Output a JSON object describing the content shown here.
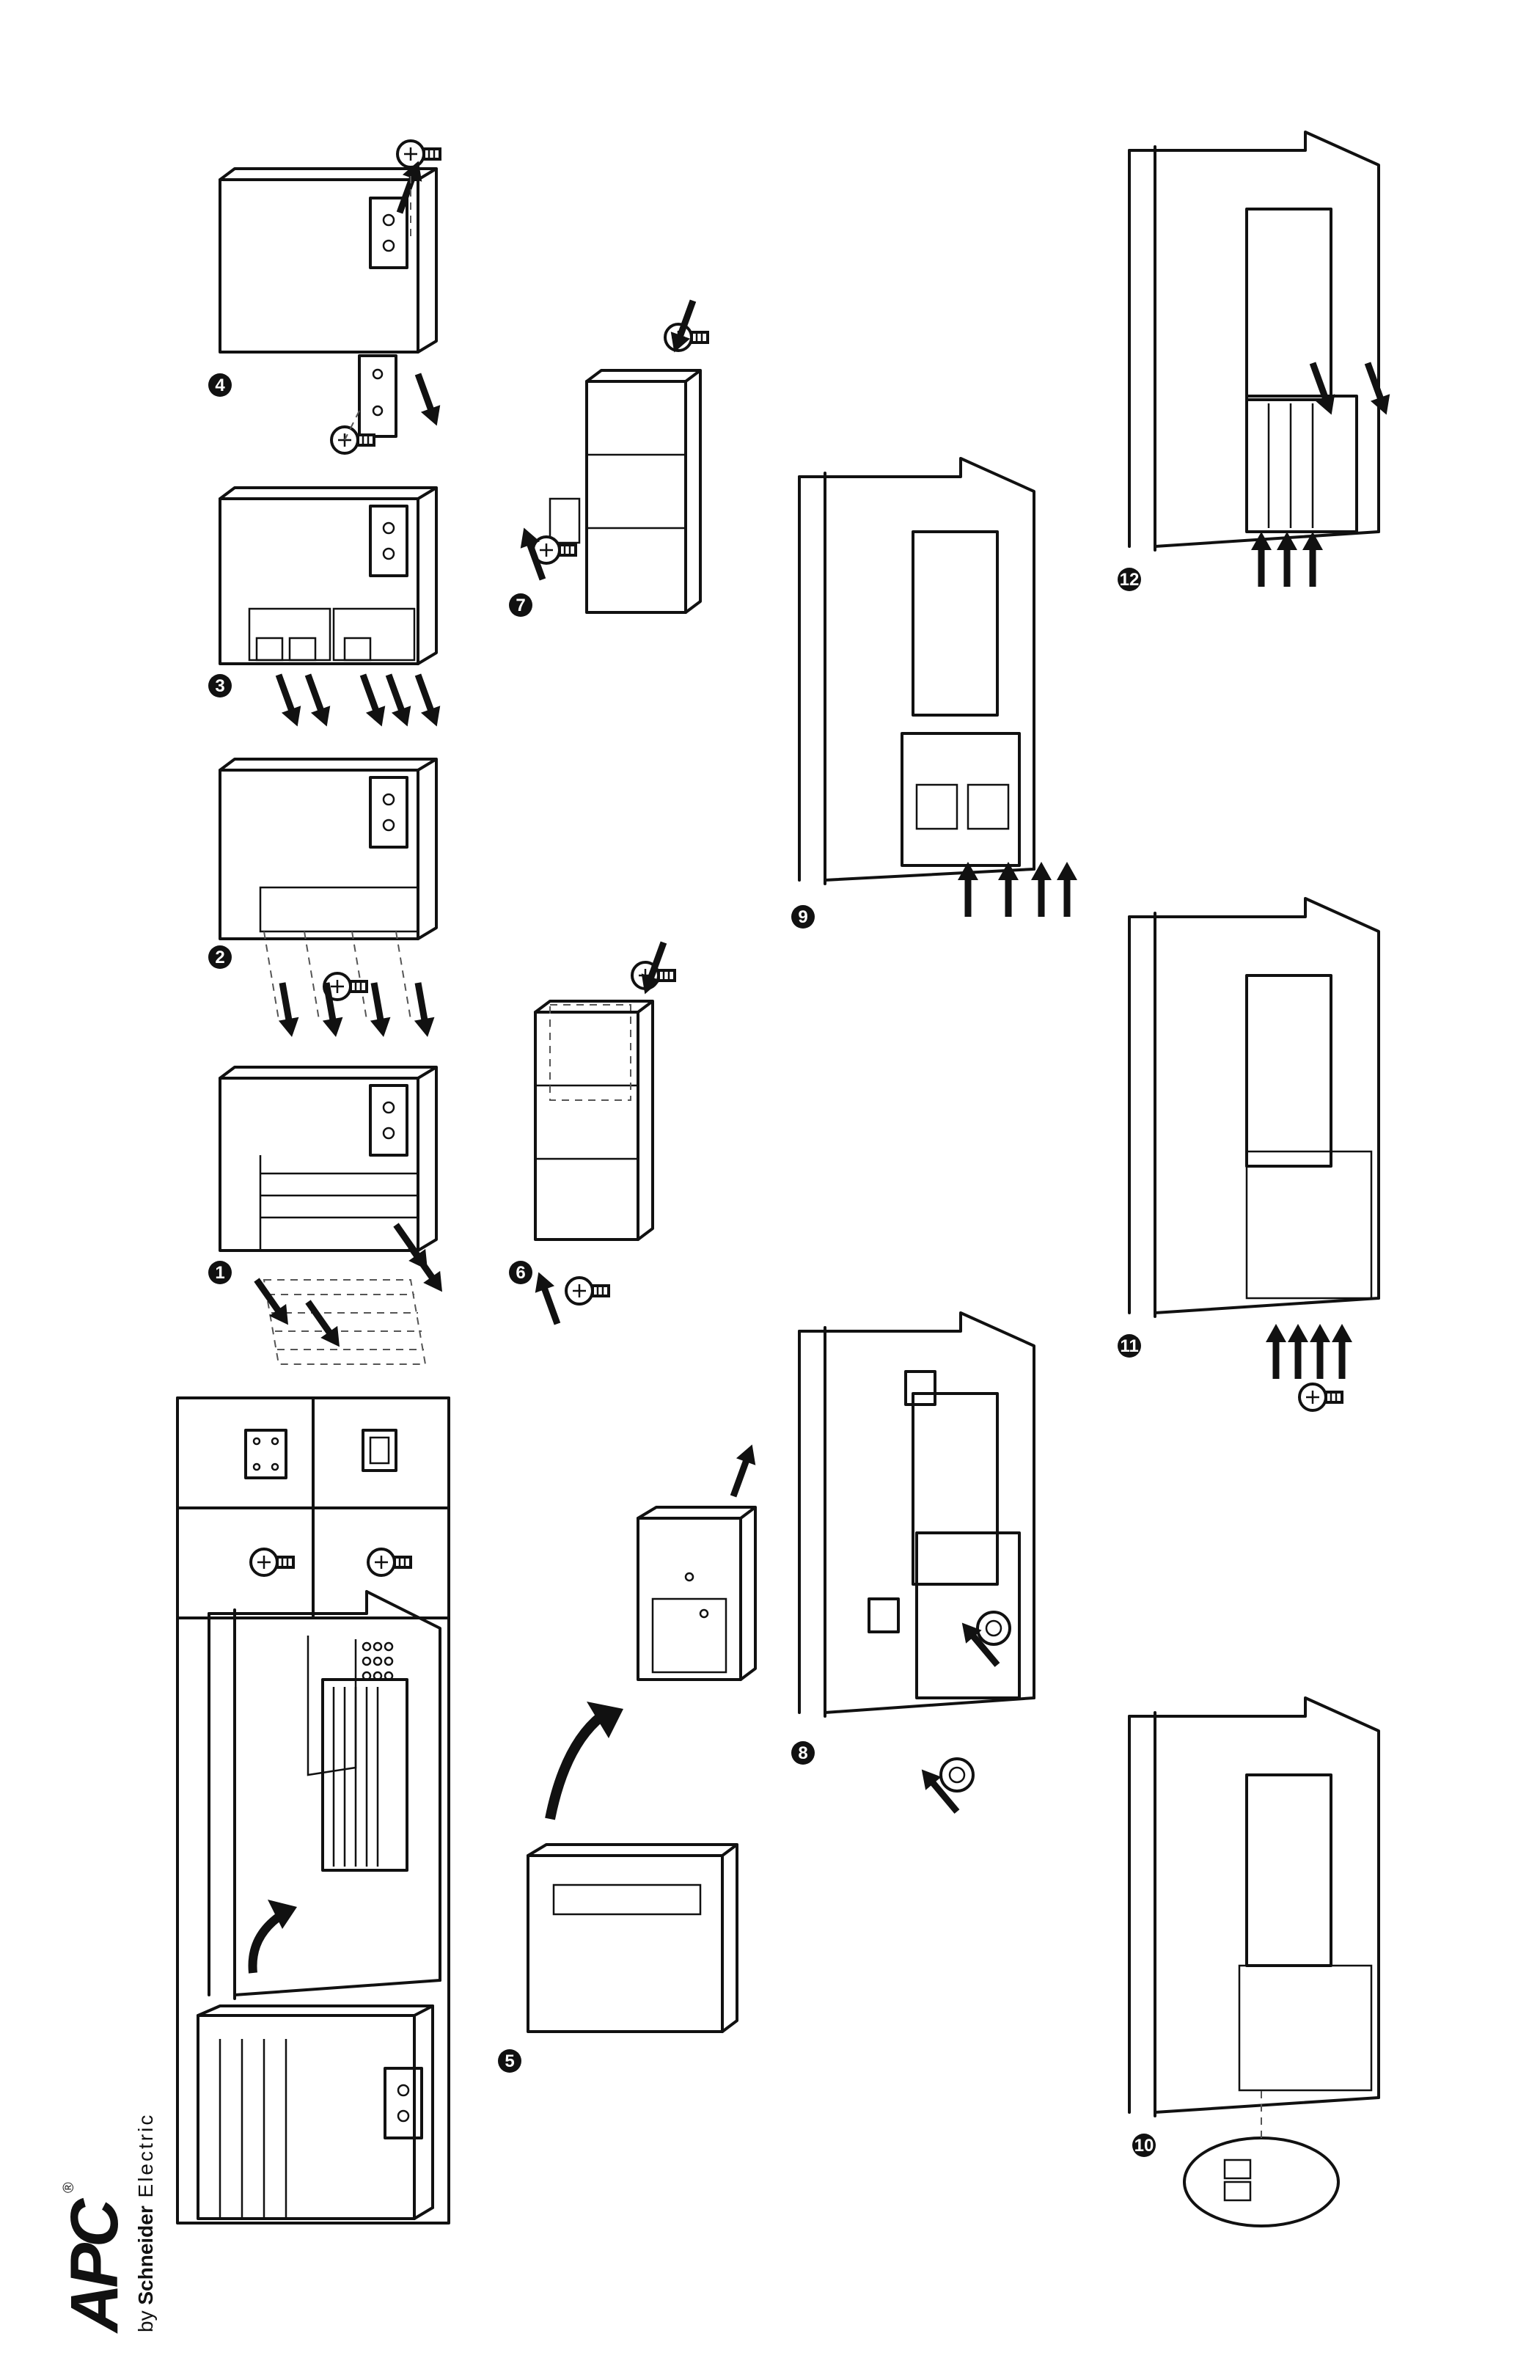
{
  "brand": {
    "logo_text": "APC",
    "registered_mark": "®",
    "tagline_prefix": "by ",
    "tagline_name": "Schneider",
    "tagline_suffix": " Electric"
  },
  "steps": [
    {
      "number": "1"
    },
    {
      "number": "2"
    },
    {
      "number": "3"
    },
    {
      "number": "4"
    },
    {
      "number": "5"
    },
    {
      "number": "6"
    },
    {
      "number": "7"
    },
    {
      "number": "8"
    },
    {
      "number": "9"
    },
    {
      "number": "10"
    },
    {
      "number": "11"
    },
    {
      "number": "12"
    }
  ],
  "parts_legend": {
    "items": [
      "screw-icon",
      "bracket-plate-icon",
      "screw-long-icon",
      "clip-nut-icon"
    ]
  }
}
